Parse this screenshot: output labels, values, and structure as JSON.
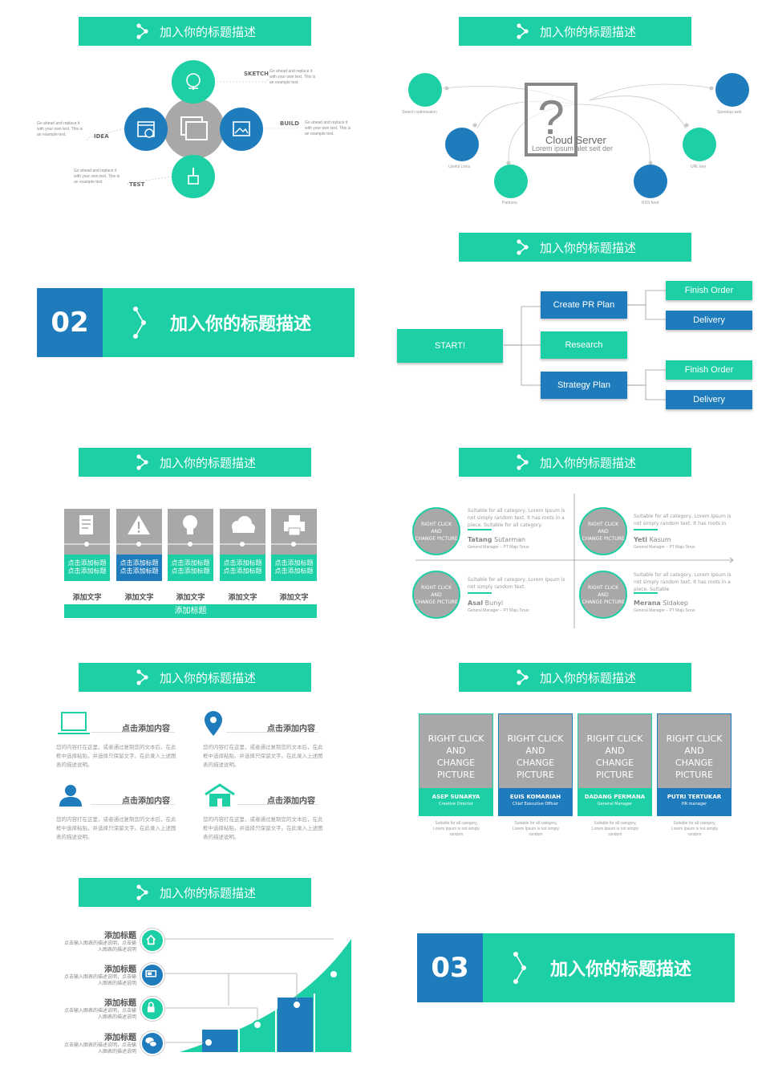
{
  "colors": {
    "teal": "#1ccfa4",
    "blue": "#1e7cbd",
    "gray": "#a8a8a8"
  },
  "banner_title": "加入你的标题描述",
  "slide1": {
    "labels": [
      "SKETCH",
      "BUILD",
      "IDEA",
      "TEST"
    ],
    "desc": "Go ahead and replace it with your own text. This is an example text.",
    "icons": [
      "globe-icon",
      "gallery-icon",
      "browser-download-icon",
      "image-icon",
      "brush-icon"
    ]
  },
  "slide2": {
    "center_title": "Cloud Server",
    "center_sub": "Lorem ipsum alet seit der",
    "nodes": [
      "Search optimization",
      "Useful Links",
      "Partners",
      "RSS feed",
      "URL key",
      "Speedup web"
    ]
  },
  "section02": {
    "num": "02",
    "title": "加入你的标题描述"
  },
  "flow": {
    "start": "START!",
    "mid": [
      "Create PR Plan",
      "Research",
      "Strategy Plan"
    ],
    "right": [
      "Finish Order",
      "Delivery",
      "Finish Order",
      "Delivery"
    ]
  },
  "steps": {
    "items": [
      {
        "icon": "document-icon",
        "label": "点击添加标题\n点击添加标题",
        "caption": "添加文字"
      },
      {
        "icon": "warning-icon",
        "label": "点击添加标题\n点击添加标题",
        "caption": "添加文字"
      },
      {
        "icon": "bulb-icon",
        "label": "点击添加标题\n点击添加标题",
        "caption": "添加文字"
      },
      {
        "icon": "cloud-icon",
        "label": "点击添加标题\n点击添加标题",
        "caption": "添加文字"
      },
      {
        "icon": "printer-icon",
        "label": "点击添加标题\n点击添加标题",
        "caption": "添加文字"
      }
    ],
    "footer": "添加标题"
  },
  "quad": {
    "photo_label": "RIGHT CLICK\nAND\nCHANGE PICTURE",
    "people": [
      {
        "text": "Suitable for all category, Lorem Ipsum is not simply random text. It has roots in a piece. Suitable for all category.",
        "first": "Tatang",
        "last": "Sutarman",
        "role": "General Manager – PT Maju Terus"
      },
      {
        "text": "Suitable for all category, Lorem Ipsum is not simply random text. It has roots in",
        "first": "Yeti",
        "last": "Kasum",
        "role": "General Manager – PT Maju Terus"
      },
      {
        "text": "Suitable for all category, Lorem Ipsum is not simply random text.",
        "first": "Asal",
        "last": "Bunyi",
        "role": "General Manager – PT Maju Terus"
      },
      {
        "text": "Suitable for all category, Lorem Ipsum is not simply random text. It has roots in a piece. Suitable",
        "first": "Merana",
        "last": "Sidakep",
        "role": "General Manager – PT Maju Terus"
      }
    ]
  },
  "features": {
    "title": "点击添加内容",
    "text": "您的内容打在这里，或者通过复制您的文本后，在此框中选择粘贴，并选择只保留文字。在此录入上述图表的描述说明。"
  },
  "team": {
    "photo_label": "RIGHT CLICK\nAND\nCHANGE PICTURE",
    "members": [
      {
        "name": "ASEP SUNARYA",
        "role": "Creative Director"
      },
      {
        "name": "EUIS KOMARIAH",
        "role": "Chief Executive Officer"
      },
      {
        "name": "DADANG PERMANA",
        "role": "General Manager"
      },
      {
        "name": "PUTRI TERTUKAR",
        "role": "HR manager"
      }
    ],
    "desc": "Suitable for all category, Lorem Ipsum is not simply random"
  },
  "growth": {
    "items": [
      {
        "title": "添加标题",
        "text": "点击输入图表的描述说明，点击输入图表的描述说明",
        "icon": "home-icon"
      },
      {
        "title": "添加标题",
        "text": "点击输入图表的描述说明，点击输入图表的描述说明",
        "icon": "battery-icon"
      },
      {
        "title": "添加标题",
        "text": "点击输入图表的描述说明，点击输入图表的描述说明",
        "icon": "lock-icon"
      },
      {
        "title": "添加标题",
        "text": "点击输入图表的描述说明，点击输入图表的描述说明",
        "icon": "chat-icon"
      }
    ]
  },
  "section03": {
    "num": "03",
    "title": "加入你的标题描述"
  }
}
